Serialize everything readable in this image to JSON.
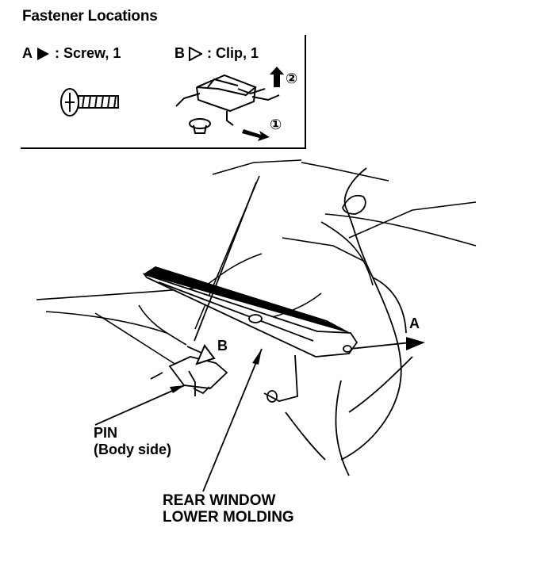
{
  "title": "Fastener Locations",
  "legend": {
    "a_letter": "A",
    "a_text": ": Screw, 1",
    "b_letter": "B",
    "b_text": ": Clip, 1",
    "step_1": "①",
    "step_2": "②"
  },
  "callouts": {
    "pin_line1": "PIN",
    "pin_line2": "(Body side)",
    "molding_line1": "REAR WINDOW",
    "molding_line2": "LOWER MOLDING",
    "a": "A",
    "b": "B"
  }
}
